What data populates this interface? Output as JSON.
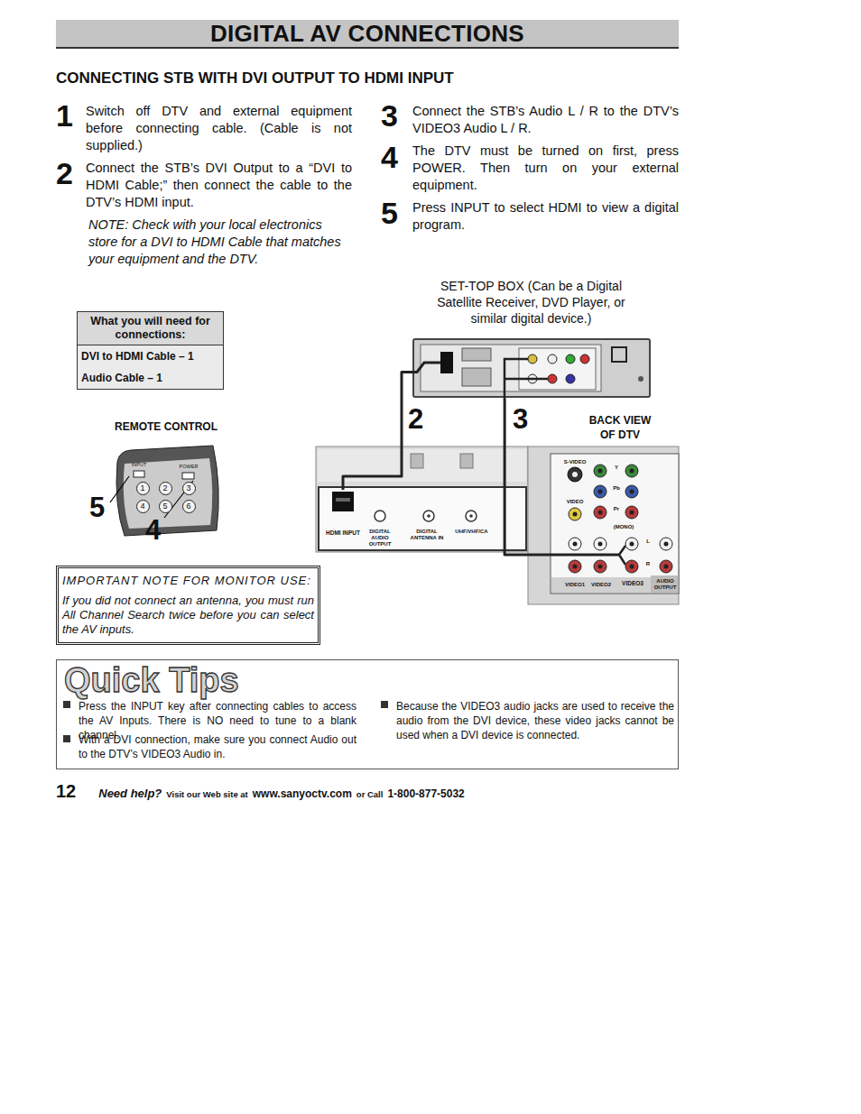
{
  "diagram": {
    "title": "DIGITAL AV CONNECTIONS",
    "nodes": [
      {
        "text": [
          "What you will need for connections:",
          "DVI to HDMI Cable – 1",
          "Audio Cable – 1"
        ]
      },
      {
        "text": [
          "REMOTE CONTROL"
        ]
      },
      {
        "text": [
          "INPUT"
        ],
        "in": 1
      },
      {
        "text": [
          "POWER"
        ],
        "in": 1
      },
      {
        "text": [
          "1"
        ],
        "in": 1
      },
      {
        "text": [
          "2"
        ],
        "in": 1
      },
      {
        "text": [
          "3"
        ],
        "in": 1
      },
      {
        "text": [
          "4"
        ],
        "in": 1
      },
      {
        "text": [
          "5"
        ],
        "in": 1
      },
      {
        "text": [
          "6"
        ],
        "in": 1
      },
      {
        "text": [
          "IMPORTANT NOTE FOR MONITOR USE:",
          "If you did not connect an antenna, you must run All Channel Search twice before you can select the AV inputs."
        ]
      },
      {
        "text": [
          "SET-TOP BOX (Can be a Digital Satellite Receiver, DVD Player, or similar digital device.)"
        ]
      },
      {
        "text": [
          "BACK VIEW OF DTV"
        ]
      },
      {
        "text": [
          "HDMI INPUT"
        ],
        "in": 12
      },
      {
        "text": [
          "VIDEO3"
        ],
        "in": 12
      },
      {
        "text": [
          "Quick Tips",
          "Press the INPUT key after connecting cables to access the AV Inputs. There is NO need to tune to a blank channel.",
          "With a DVI connection, make sure you connect Audio out to the DTV’s VIDEO3 Audio in.",
          "Because the VIDEO3 audio jacks are used to receive the audio from the DVI device, these video jacks cannot be used when a DVI device is connected."
        ]
      }
    ],
    "edges": [
      {
        "from": 11,
        "to": 13,
        "arrow": "none"
      },
      {
        "from": 11,
        "to": 14,
        "arrow": "none"
      }
    ],
    "labels": [
      "CONNECTING STB WITH DVI OUTPUT TO HDMI INPUT",
      "1",
      "Switch off DTV and external equipment before connecting cable. (Cable is not supplied.)",
      "2",
      "Connect the STB’s DVI Output to a “DVI to HDMI Cable;” then connect the cable to the DTV’s HDMI input.",
      "NOTE: Check with your local electronics store for a DVI to HDMI Cable that matches your equipment and the DTV.",
      "3",
      "Connect the STB’s Audio L / R to the DTV’s VIDEO3 Audio L / R.",
      "4",
      "The DTV must be turned on first, press POWER. Then turn on your external equipment.",
      "5",
      "Press INPUT to select HDMI to view a digital program.",
      "5",
      "4",
      "2",
      "3",
      "DIGITAL AUDIO OUTPUT",
      "DIGITAL ANTENNA IN",
      "UHF/VHF/CA",
      "S-VIDEO",
      "VIDEO",
      "Y",
      "Pb",
      "Pr",
      "(MONO)",
      "L",
      "R",
      "VIDEO1",
      "VIDEO2",
      "AUDIO OUTPUT",
      "12",
      "Need help?",
      "Visit our Web site at",
      "www.sanyoctv.com",
      "or Call",
      "1-800-877-5032"
    ]
  }
}
